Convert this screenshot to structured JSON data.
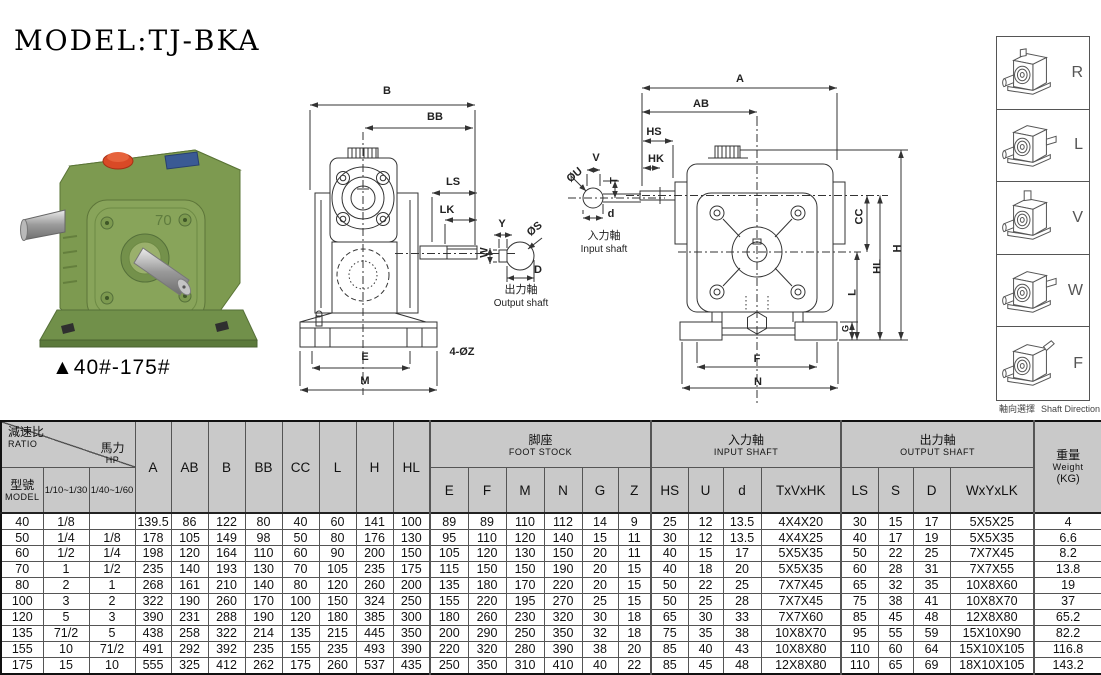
{
  "title": "MODEL:TJ-BKA",
  "photo": {
    "caption": "▲40#-175#",
    "cast_number": "70"
  },
  "colors": {
    "header_gray": "#c9c9c9",
    "body_green": "#7d9a50",
    "cap_red": "#d94a26"
  },
  "dims": {
    "b": "B",
    "bb": "BB",
    "ls": "LS",
    "lk": "LK",
    "e": "E",
    "m": "M",
    "z_note": "4-ØZ",
    "y": "Y",
    "os": "ØS",
    "w": "W",
    "d_out": "D",
    "v": "V",
    "ou": "ØU",
    "t": "T",
    "d_in": "d",
    "a": "A",
    "ab": "AB",
    "hs": "HS",
    "hk": "HK",
    "cc": "CC",
    "h": "H",
    "hl": "HL",
    "l": "L",
    "g": "G",
    "f": "F",
    "n": "N"
  },
  "labels": {
    "output_shaft_cn": "出力軸",
    "output_shaft_en": "Output shaft",
    "input_shaft_cn": "入力軸",
    "input_shaft_en": "Input shaft"
  },
  "shaft_direction": {
    "options": [
      "R",
      "L",
      "V",
      "W",
      "F"
    ],
    "caption_cn": "軸向選擇",
    "caption_en": "Shaft Direction"
  },
  "table": {
    "header": {
      "ratio_cn": "減速比",
      "ratio_en": "RATIO",
      "hp_cn": "馬力",
      "hp_en": "HP",
      "model_cn": "型號",
      "model_en": "MODEL",
      "hp_col1": "1/10~1/30",
      "hp_col2": "1/40~1/60",
      "dims": [
        "A",
        "AB",
        "B",
        "BB",
        "CC",
        "L",
        "H",
        "HL"
      ],
      "foot_stock_cn": "脚座",
      "foot_stock_en": "FOOT STOCK",
      "foot_cols": [
        "E",
        "F",
        "M",
        "N",
        "G",
        "Z"
      ],
      "input_shaft_cn": "入力軸",
      "input_shaft_en": "INPUT SHAFT",
      "input_cols": [
        "HS",
        "U",
        "d",
        "TxVxHK"
      ],
      "output_shaft_cn": "出力軸",
      "output_shaft_en": "OUTPUT SHAFT",
      "output_cols": [
        "LS",
        "S",
        "D",
        "WxYxLK"
      ],
      "weight_cn": "重量",
      "weight_en": "Weight",
      "weight_unit": "(KG)"
    },
    "rows": [
      [
        "40",
        "1/8",
        "",
        "139.5",
        "86",
        "122",
        "80",
        "40",
        "60",
        "141",
        "100",
        "89",
        "89",
        "110",
        "112",
        "14",
        "9",
        "25",
        "12",
        "13.5",
        "4X4X20",
        "30",
        "15",
        "17",
        "5X5X25",
        "4"
      ],
      [
        "50",
        "1/4",
        "1/8",
        "178",
        "105",
        "149",
        "98",
        "50",
        "80",
        "176",
        "130",
        "95",
        "110",
        "120",
        "140",
        "15",
        "11",
        "30",
        "12",
        "13.5",
        "4X4X25",
        "40",
        "17",
        "19",
        "5X5X35",
        "6.6"
      ],
      [
        "60",
        "1/2",
        "1/4",
        "198",
        "120",
        "164",
        "110",
        "60",
        "90",
        "200",
        "150",
        "105",
        "120",
        "130",
        "150",
        "20",
        "11",
        "40",
        "15",
        "17",
        "5X5X35",
        "50",
        "22",
        "25",
        "7X7X45",
        "8.2"
      ],
      [
        "70",
        "1",
        "1/2",
        "235",
        "140",
        "193",
        "130",
        "70",
        "105",
        "235",
        "175",
        "115",
        "150",
        "150",
        "190",
        "20",
        "15",
        "40",
        "18",
        "20",
        "5X5X35",
        "60",
        "28",
        "31",
        "7X7X55",
        "13.8"
      ],
      [
        "80",
        "2",
        "1",
        "268",
        "161",
        "210",
        "140",
        "80",
        "120",
        "260",
        "200",
        "135",
        "180",
        "170",
        "220",
        "20",
        "15",
        "50",
        "22",
        "25",
        "7X7X45",
        "65",
        "32",
        "35",
        "10X8X60",
        "19"
      ],
      [
        "100",
        "3",
        "2",
        "322",
        "190",
        "260",
        "170",
        "100",
        "150",
        "324",
        "250",
        "155",
        "220",
        "195",
        "270",
        "25",
        "15",
        "50",
        "25",
        "28",
        "7X7X45",
        "75",
        "38",
        "41",
        "10X8X70",
        "37"
      ],
      [
        "120",
        "5",
        "3",
        "390",
        "231",
        "288",
        "190",
        "120",
        "180",
        "385",
        "300",
        "180",
        "260",
        "230",
        "320",
        "30",
        "18",
        "65",
        "30",
        "33",
        "7X7X60",
        "85",
        "45",
        "48",
        "12X8X80",
        "65.2"
      ],
      [
        "135",
        "71/2",
        "5",
        "438",
        "258",
        "322",
        "214",
        "135",
        "215",
        "445",
        "350",
        "200",
        "290",
        "250",
        "350",
        "32",
        "18",
        "75",
        "35",
        "38",
        "10X8X70",
        "95",
        "55",
        "59",
        "15X10X90",
        "82.2"
      ],
      [
        "155",
        "10",
        "71/2",
        "491",
        "292",
        "392",
        "235",
        "155",
        "235",
        "493",
        "390",
        "220",
        "320",
        "280",
        "390",
        "38",
        "20",
        "85",
        "40",
        "43",
        "10X8X80",
        "110",
        "60",
        "64",
        "15X10X105",
        "116.8"
      ],
      [
        "175",
        "15",
        "10",
        "555",
        "325",
        "412",
        "262",
        "175",
        "260",
        "537",
        "435",
        "250",
        "350",
        "310",
        "410",
        "40",
        "22",
        "85",
        "45",
        "48",
        "12X8X80",
        "110",
        "65",
        "69",
        "18X10X105",
        "143.2"
      ]
    ]
  }
}
